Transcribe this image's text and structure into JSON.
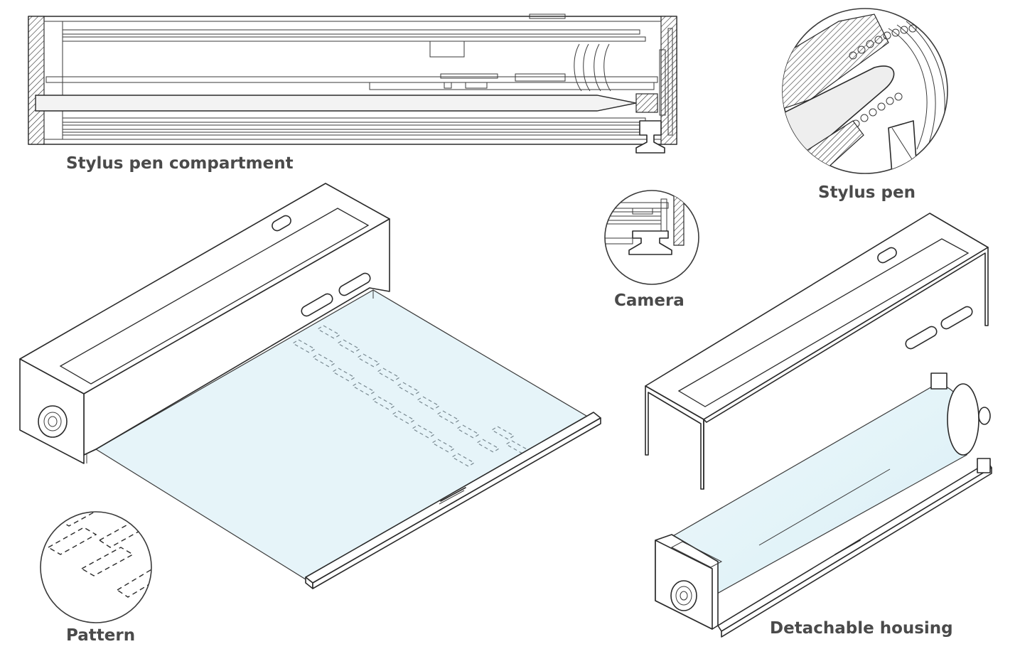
{
  "labels": {
    "stylus_compartment": "Stylus pen compartment",
    "stylus_pen": "Stylus pen",
    "camera": "Camera",
    "pattern": "Pattern",
    "detachable_housing": "Detachable housing"
  },
  "colors": {
    "sheet": "#e6f4f9",
    "line": "#2a2a2a",
    "label": "#4a4a4a"
  }
}
